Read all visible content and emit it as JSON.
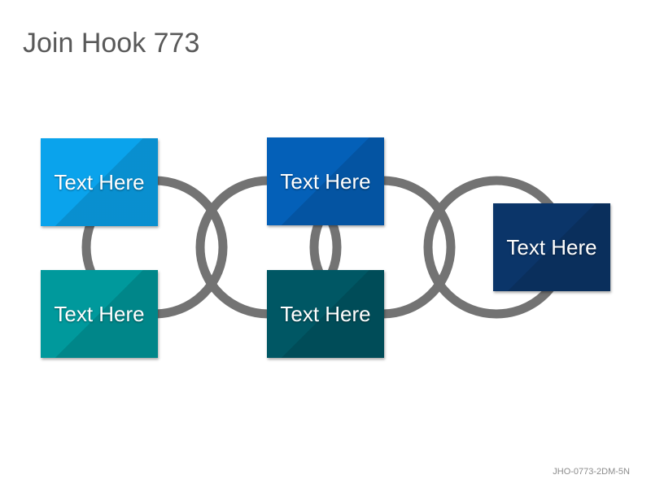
{
  "title": "Join Hook 773",
  "boxes": [
    {
      "label": "Text Here",
      "color": "#0AA3EC"
    },
    {
      "label": "Text Here",
      "color": "#00999C"
    },
    {
      "label": "Text Here",
      "color": "#0460B8"
    },
    {
      "label": "Text Here",
      "color": "#005764"
    },
    {
      "label": "Text Here",
      "color": "#0B3569"
    }
  ],
  "ring_color": "#737373",
  "footer_code": "JHO-0773-2DM-5N"
}
